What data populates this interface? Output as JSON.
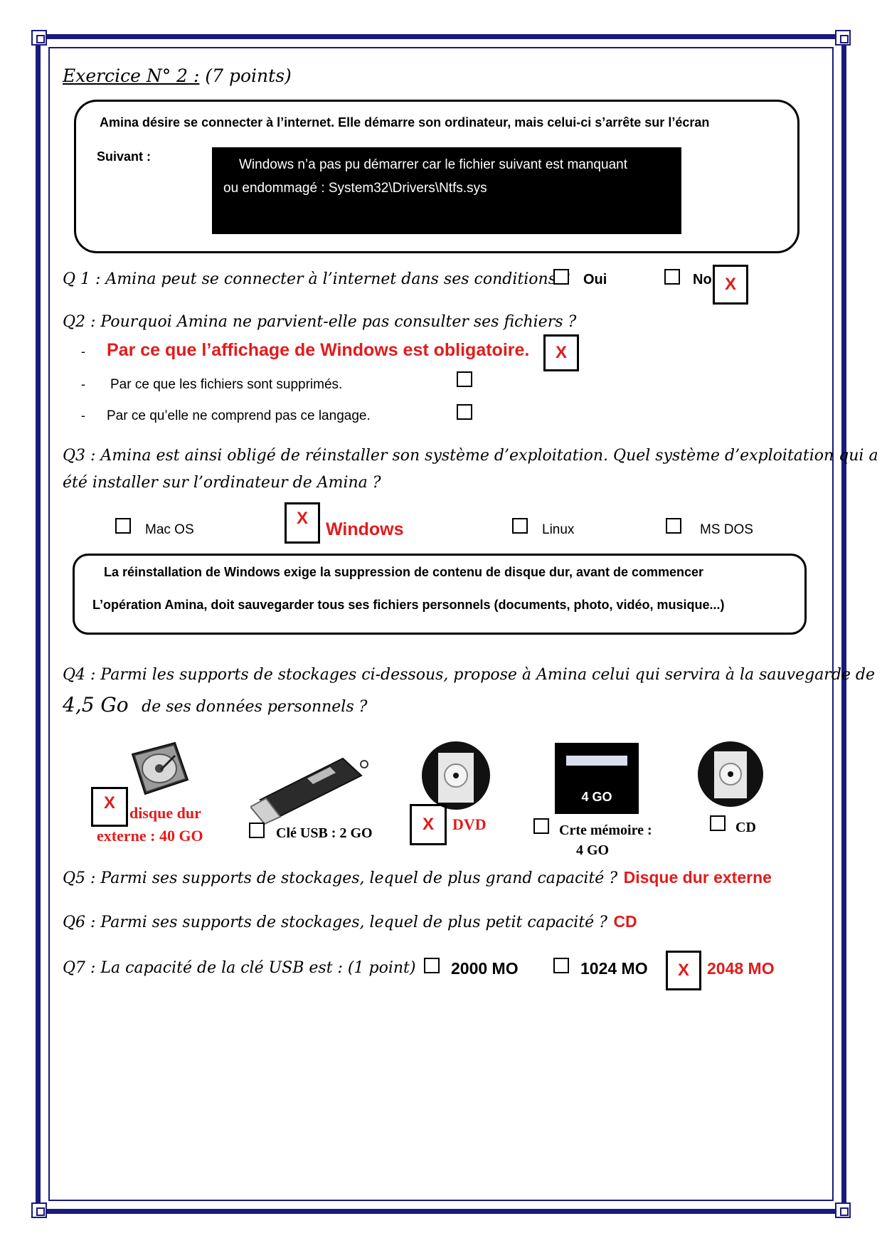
{
  "exercise": {
    "title": "Exercice N° 2 :",
    "points": "(7  points)"
  },
  "intro": {
    "line1": "Amina  désire se connecter à l’internet. Elle démarre son ordinateur, mais celui-ci s’arrête sur l’écran",
    "label": "Suivant :",
    "screen_line1": "Windows n’a pas pu démarrer car le fichier suivant est manquant",
    "screen_line2": "ou endommagé : System32\\Drivers\\Ntfs.sys"
  },
  "q1": {
    "text": "Q 1 : Amina peut se connecter à l’internet dans ses conditions ?",
    "options": [
      "Oui",
      "No"
    ],
    "mark": "X"
  },
  "q2": {
    "text": "Q2 : Pourquoi  Amina ne parvient-elle pas consulter ses fichiers ?",
    "options": [
      "Par ce que l’affichage de Windows est obligatoire.",
      "Par ce que les fichiers sont supprimés.",
      "Par ce qu’elle ne comprend pas ce langage."
    ],
    "mark": "X"
  },
  "q3": {
    "line1": "Q3 : Amina est ainsi obligé de réinstaller son système d’exploitation. Quel système d’exploitation qui a",
    "line2": "été installer sur l’ordinateur de Amina ?",
    "options": [
      "Mac OS",
      "Windows",
      "Linux",
      "MS DOS"
    ],
    "mark": "X"
  },
  "note": {
    "line1": "La réinstallation de Windows exige la suppression de contenu de disque dur, avant de commencer",
    "line2": "L’opération Amina, doit sauvegarder  tous ses fichiers personnels (documents, photo, vidéo, musique...)"
  },
  "q4": {
    "line1": "Q4 : Parmi les supports de stockages ci-dessous, propose à Amina celui qui servira  à la sauvegarde de",
    "size": "4,5 Go",
    "line2": "de ses données personnels ?",
    "mark": "X",
    "hdd_label1": "disque dur",
    "hdd_label2": "externe : 40 GO",
    "usb_label": "Clé USB : 2 GO",
    "dvd_label": "DVD",
    "card_text": "4 GO",
    "card_label1": "Crte mémoire :",
    "card_label2": "4 GO",
    "cd_label": "CD"
  },
  "q5": {
    "text": "Q5 : Parmi ses supports  de stockages, lequel de plus grand capacité ?",
    "answer": "Disque dur externe"
  },
  "q6": {
    "text": "Q6 : Parmi ses supports  de stockages, lequel de plus petit  capacité ?",
    "answer": "CD"
  },
  "q7": {
    "text": "Q7 : La capacité de la clé USB est : (1 point)",
    "options": [
      "2000 MO",
      "1024 MO",
      "2048 MO"
    ],
    "mark": "X"
  },
  "colors": {
    "border": "#1a1a7a",
    "answer_red": "#e31b1b"
  }
}
